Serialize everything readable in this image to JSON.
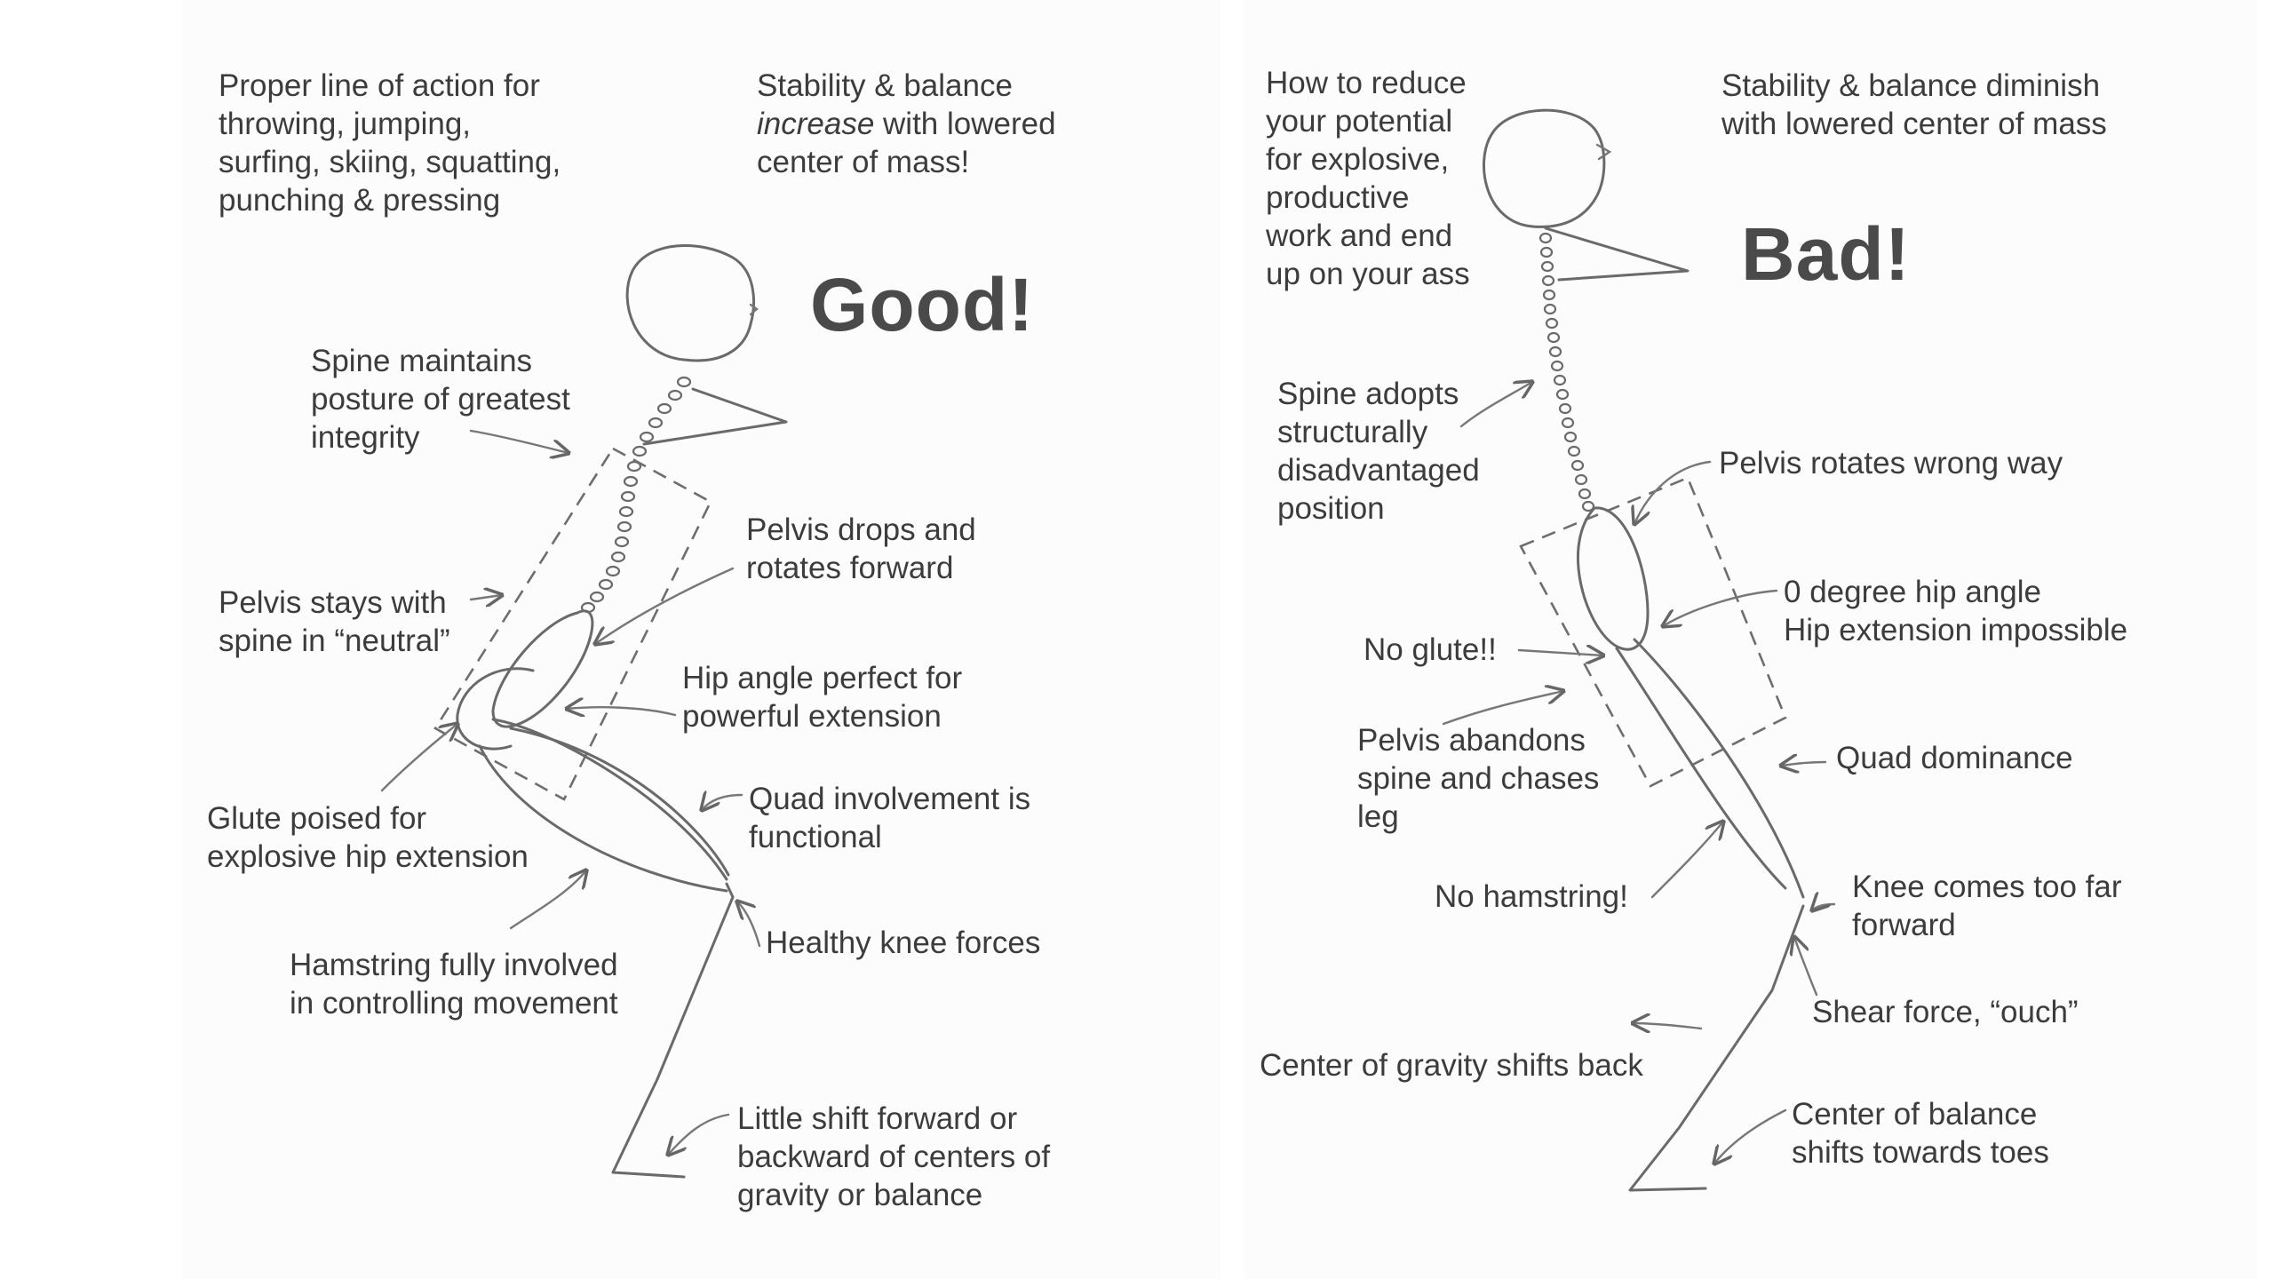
{
  "good": {
    "headline": "Good!",
    "intro": "Proper line of action for\nthrowing, jumping,\nsurfing, skiing, squatting,\npunching & pressing",
    "stability_pre": "Stability & balance",
    "stability_italic": "increase",
    "stability_post": " with lowered\ncenter of mass!",
    "spine": "Spine maintains\nposture of greatest\nintegrity",
    "pelvis_drops": "Pelvis drops and\nrotates forward",
    "pelvis_neutral": "Pelvis stays with\nspine in “neutral”",
    "hip_angle": "Hip angle perfect for\npowerful extension",
    "quad": "Quad involvement is\nfunctional",
    "glute": "Glute poised for\nexplosive hip extension",
    "knee": "Healthy knee forces",
    "hamstring": "Hamstring fully involved\nin controlling movement",
    "shift": "Little shift forward or\nbackward of centers of\ngravity or balance"
  },
  "bad": {
    "headline": "Bad!",
    "intro": "How to reduce\nyour potential\nfor explosive,\nproductive\nwork and end\nup on your ass",
    "stability": "Stability & balance diminish\nwith lowered center of mass",
    "spine": "Spine adopts\nstructurally\ndisadvantaged\nposition",
    "pelvis_rotates": "Pelvis rotates wrong way",
    "hip_angle": "0 degree hip angle\nHip extension impossible",
    "no_glute": "No glute!!",
    "pelvis_abandons": "Pelvis abandons\nspine and chases\nleg",
    "quad": "Quad dominance",
    "no_hamstring": "No hamstring!",
    "knee": "Knee comes too far\nforward",
    "shear": "Shear force, “ouch”",
    "gravity": "Center of gravity shifts back",
    "balance": "Center of balance\nshifts towards toes"
  }
}
